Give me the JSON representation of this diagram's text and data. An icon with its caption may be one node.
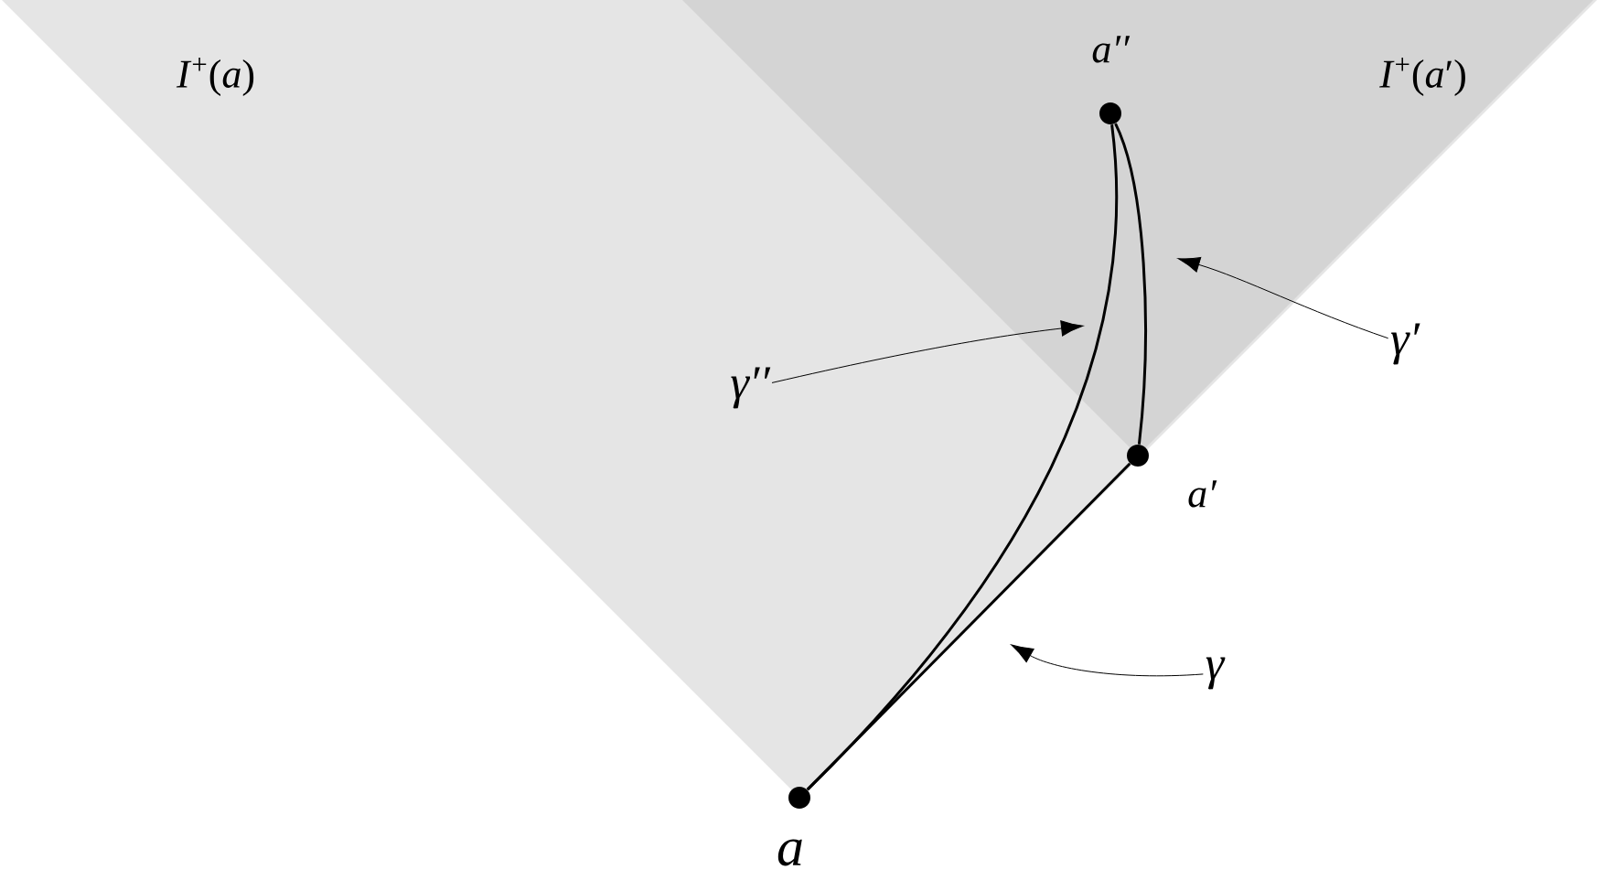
{
  "diagram": {
    "nodes": [
      {
        "text": [
          "*I*$^{+}$(*a*)"
        ]
      },
      {
        "text": [
          "*I*$^{+}$(*a*′)"
        ]
      },
      {
        "text": [
          "a"
        ]
      },
      {
        "text": [
          "a′"
        ]
      },
      {
        "text": [
          "a′′"
        ]
      },
      {
        "text": [
          "γ"
        ]
      },
      {
        "text": [
          "γ′"
        ]
      },
      {
        "text": [
          "γ′′"
        ]
      }
    ],
    "edges": [
      {
        "from": 2,
        "to": 3,
        "arrow": "none"
      },
      {
        "from": 3,
        "to": 4,
        "arrow": "none"
      },
      {
        "from": 2,
        "to": 4,
        "arrow": "none"
      },
      {
        "from": 5,
        "to": null,
        "arrow": "to"
      },
      {
        "from": 6,
        "to": null,
        "arrow": "to"
      },
      {
        "from": 7,
        "to": null,
        "arrow": "to"
      }
    ]
  }
}
